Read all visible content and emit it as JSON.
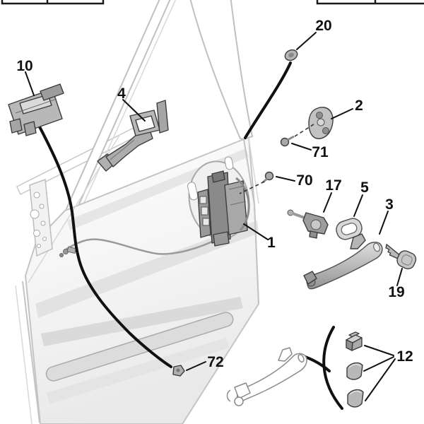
{
  "diagram": {
    "colors": {
      "ink": "#111111",
      "part_fill": "#b5b5b5",
      "door_line": "#c4c4c4"
    },
    "callouts": [
      {
        "part": "10"
      },
      {
        "part": "4"
      },
      {
        "part": "20"
      },
      {
        "part": "2"
      },
      {
        "part": "71"
      },
      {
        "part": "70"
      },
      {
        "part": "17"
      },
      {
        "part": "5"
      },
      {
        "part": "3"
      },
      {
        "part": "19"
      },
      {
        "part": "1"
      },
      {
        "part": "72"
      },
      {
        "part": "12"
      }
    ]
  }
}
